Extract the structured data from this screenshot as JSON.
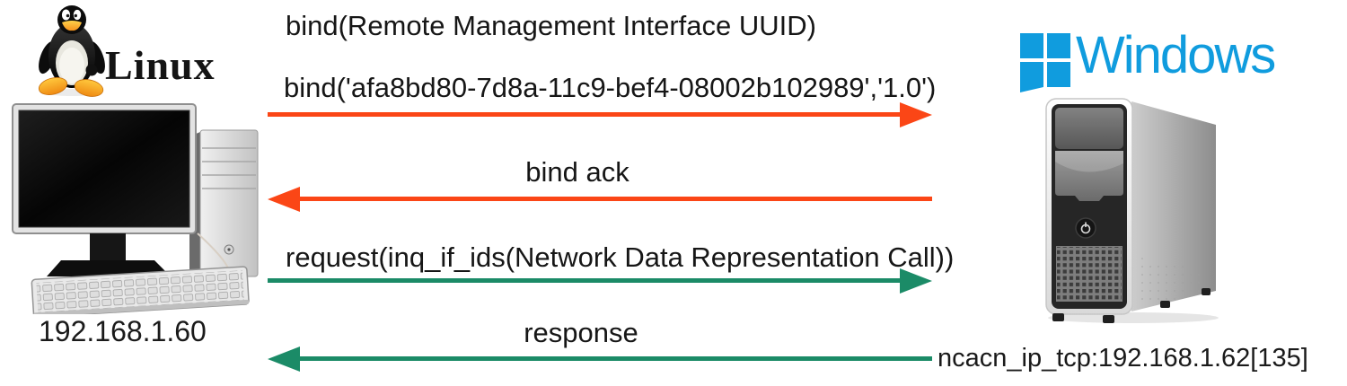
{
  "left_host": {
    "os": "Linux",
    "address": "192.168.1.60",
    "logo_icon": "tux-penguin-icon",
    "device_icon": "desktop-computer-icon"
  },
  "right_host": {
    "os": "Windows",
    "address": "ncacn_ip_tcp:192.168.1.62[135]",
    "logo_icon": "windows-logo-icon",
    "device_icon": "server-tower-icon"
  },
  "messages": [
    {
      "line1": "bind(Remote Management Interface UUID)",
      "line2": "bind('afa8bd80-7d8a-11c9-bef4-08002b102989','1.0')",
      "direction": "right",
      "color": "#FB4616"
    },
    {
      "line1": "bind ack",
      "direction": "left",
      "color": "#FB4616"
    },
    {
      "line1": "request(inq_if_ids(Network Data Representation Call))",
      "direction": "right",
      "color": "#1B8B67"
    },
    {
      "line1": "response",
      "direction": "left",
      "color": "#1B8B67"
    }
  ],
  "colors": {
    "arrow_orange": "#FB4616",
    "arrow_green": "#1B8B67",
    "windows_blue": "#109CDE",
    "text": "#161616"
  }
}
